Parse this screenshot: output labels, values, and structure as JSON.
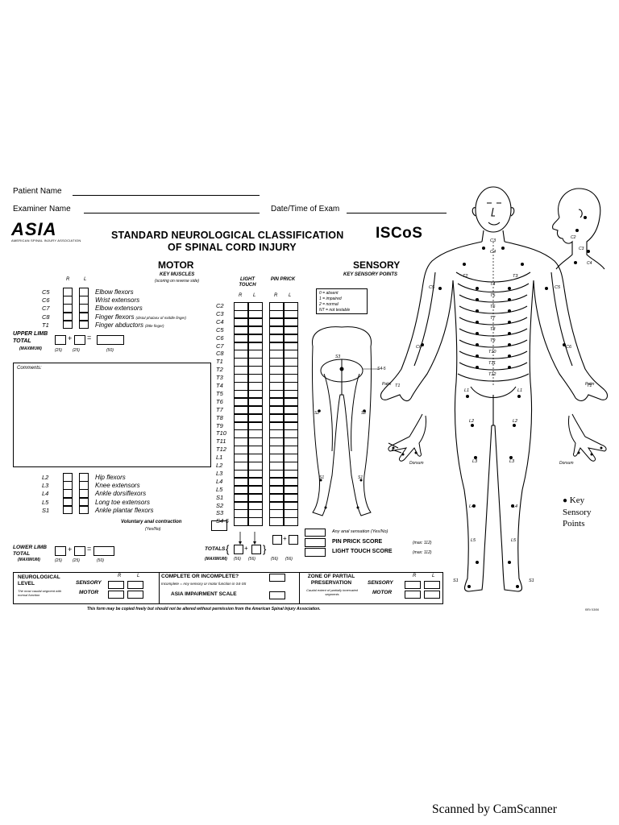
{
  "header": {
    "patient_name_label": "Patient Name",
    "examiner_name_label": "Examiner Name",
    "date_time_label": "Date/Time of Exam",
    "logo_left": "ASIA",
    "logo_left_sub": "AMERICAN SPINAL INJURY ASSOCIATION",
    "title_line1": "STANDARD NEUROLOGICAL CLASSIFICATION",
    "title_line2": "OF SPINAL CORD INJURY",
    "logo_right": "ISCoS"
  },
  "motor": {
    "title": "MOTOR",
    "subtitle": "KEY MUSCLES",
    "subtitle_note": "(scoring on reverse side)",
    "col_r": "R",
    "col_l": "L",
    "upper_rows": [
      {
        "level": "C5",
        "muscle": "Elbow flexors"
      },
      {
        "level": "C6",
        "muscle": "Wrist extensors"
      },
      {
        "level": "C7",
        "muscle": "Elbow extensors"
      },
      {
        "level": "C8",
        "muscle": "Finger flexors",
        "note": "(distal phalanx of middle finger)"
      },
      {
        "level": "T1",
        "muscle": "Finger abductors",
        "note": "(little finger)"
      }
    ],
    "upper_total_label": "UPPER LIMB TOTAL",
    "upper_max_label": "(MAXIMUM)",
    "upper_max_values": [
      "(25)",
      "(25)",
      "(50)"
    ],
    "comments_label": "Comments:",
    "lower_rows": [
      {
        "level": "L2",
        "muscle": "Hip flexors"
      },
      {
        "level": "L3",
        "muscle": "Knee extensors"
      },
      {
        "level": "L4",
        "muscle": "Ankle dorsiflexors"
      },
      {
        "level": "L5",
        "muscle": "Long toe extensors"
      },
      {
        "level": "S1",
        "muscle": "Ankle plantar flexors"
      }
    ],
    "vac_label": "Voluntary anal contraction",
    "vac_sub": "(Yes/No)",
    "lower_total_label": "LOWER LIMB TOTAL",
    "lower_max_label": "(MAXIMUM)",
    "lower_max_values": [
      "(25)",
      "(25)",
      "(50)"
    ]
  },
  "sensory": {
    "light_touch": "LIGHT TOUCH",
    "pin_prick": "PIN PRICK",
    "col_r": "R",
    "col_l": "L",
    "levels": [
      "C2",
      "C3",
      "C4",
      "C5",
      "C6",
      "C7",
      "C8",
      "T1",
      "T2",
      "T3",
      "T4",
      "T5",
      "T6",
      "T7",
      "T8",
      "T9",
      "T10",
      "T11",
      "T12",
      "L1",
      "L2",
      "L3",
      "L4",
      "L5",
      "S1",
      "S2",
      "S3",
      "S4-5"
    ],
    "title": "SENSORY",
    "subtitle": "KEY SENSORY POINTS",
    "scale": [
      "0 = absent",
      "1 = impaired",
      "2 = normal",
      "NT = not testable"
    ],
    "totals_label": "TOTALS",
    "totals_max_label": "(MAXIMUM)",
    "totals_max_values": [
      "(56)",
      "(56)",
      "(56)",
      "(56)"
    ],
    "any_anal_label": "Any anal sensation (Yes/No)",
    "pin_prick_score_label": "PIN PRICK SCORE",
    "pin_prick_max": "(max: 112)",
    "light_touch_score_label": "LIGHT TOUCH SCORE",
    "light_touch_max": "(max: 112)"
  },
  "footer_table": {
    "neuro_level": "NEUROLOGICAL LEVEL",
    "neuro_note": "The most caudal segment with normal function",
    "sensory": "SENSORY",
    "motor": "MOTOR",
    "r": "R",
    "l": "L",
    "complete_label": "COMPLETE OR INCOMPLETE?",
    "complete_note": "Incomplete = Any sensory or motor function in S4-S5",
    "asia_scale": "ASIA IMPAIRMENT SCALE",
    "zpp_label": "ZONE OF PARTIAL PRESERVATION",
    "zpp_note": "Caudal extent of partially innervated segments",
    "copy_notice": "This form may be copied freely but should not be altered without permission from the American Spinal Injury Association.",
    "rev": "REV 03/06"
  },
  "figure": {
    "dermatomes": [
      "C2",
      "C3",
      "C4",
      "T2",
      "T3",
      "T4",
      "T5",
      "T6",
      "T7",
      "T8",
      "T9",
      "T10",
      "T11",
      "T12",
      "L1",
      "L2",
      "L3",
      "L4",
      "L5",
      "S1",
      "C5",
      "C6",
      "C7",
      "C8",
      "T1"
    ],
    "palm_label": "Palm",
    "dorsum_label": "Dorsum",
    "key_label": "Key Sensory Points",
    "s45_label": "S4-5",
    "s3_label": "S3"
  },
  "scanner": {
    "watermark": "Scanned by CamScanner"
  }
}
